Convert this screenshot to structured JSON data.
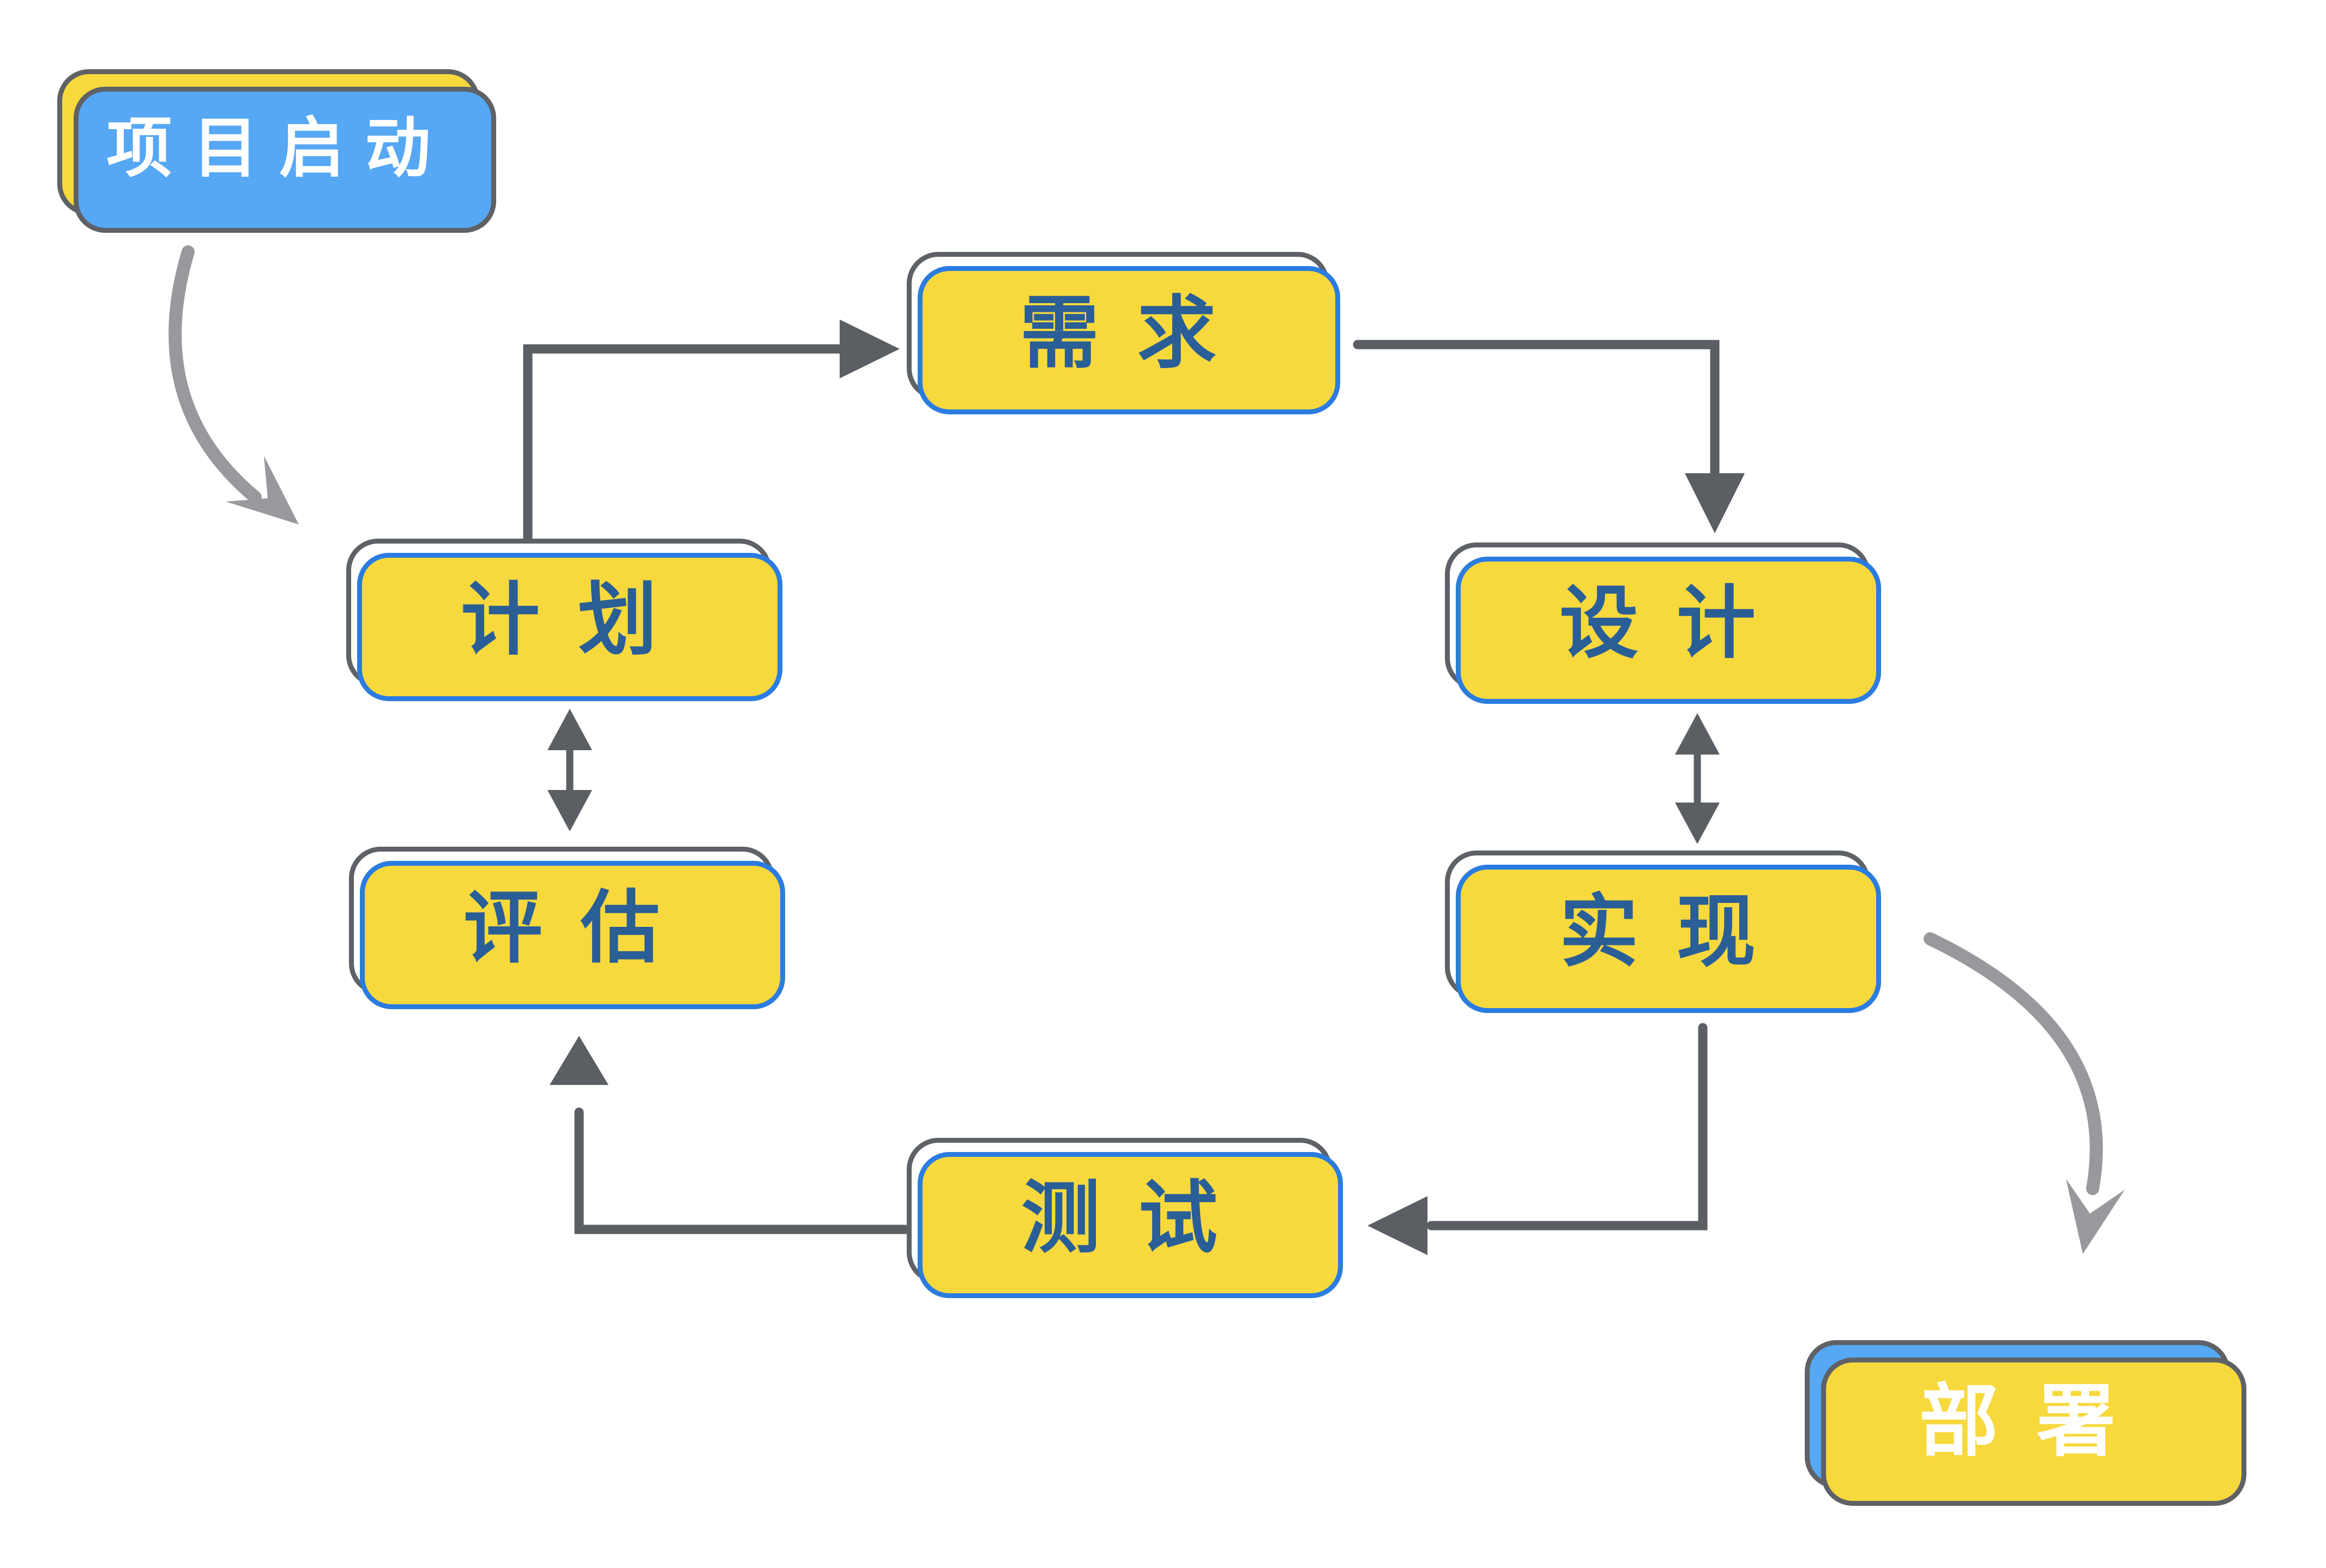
{
  "nodes": {
    "start": {
      "label": "项目启动"
    },
    "requirements": {
      "label": "需求"
    },
    "plan": {
      "label": "计划"
    },
    "design": {
      "label": "设计"
    },
    "evaluate": {
      "label": "评估"
    },
    "implement": {
      "label": "实现"
    },
    "test": {
      "label": "测试"
    },
    "deploy": {
      "label": "部署"
    }
  },
  "edges": [
    {
      "id": "start-to-plan",
      "from": "项目启动",
      "to": "计划",
      "type": "curved"
    },
    {
      "id": "plan-to-requirements",
      "from": "计划",
      "to": "需求",
      "type": "elbow"
    },
    {
      "id": "requirements-to-design",
      "from": "需求",
      "to": "设计",
      "type": "elbow"
    },
    {
      "id": "design-implement",
      "from": "设计",
      "to": "实现",
      "type": "bidirectional"
    },
    {
      "id": "plan-evaluate",
      "from": "计划",
      "to": "评估",
      "type": "bidirectional"
    },
    {
      "id": "implement-to-test",
      "from": "实现",
      "to": "测试",
      "type": "elbow"
    },
    {
      "id": "test-to-evaluate",
      "from": "测试",
      "to": "评估",
      "type": "elbow"
    },
    {
      "id": "implement-to-deploy",
      "from": "实现",
      "to": "部署",
      "type": "curved"
    }
  ],
  "colors": {
    "yellow": "#F7D93E",
    "blue_fill": "#56A7F4",
    "shadow_blue": "#2B7CE0",
    "gray": "#5E6165",
    "text_blue": "#2A5E96",
    "arrow": "#5B5F64",
    "curve": "#97999C",
    "background": "#FFFFFF",
    "text_white": "#FFFFFF"
  }
}
